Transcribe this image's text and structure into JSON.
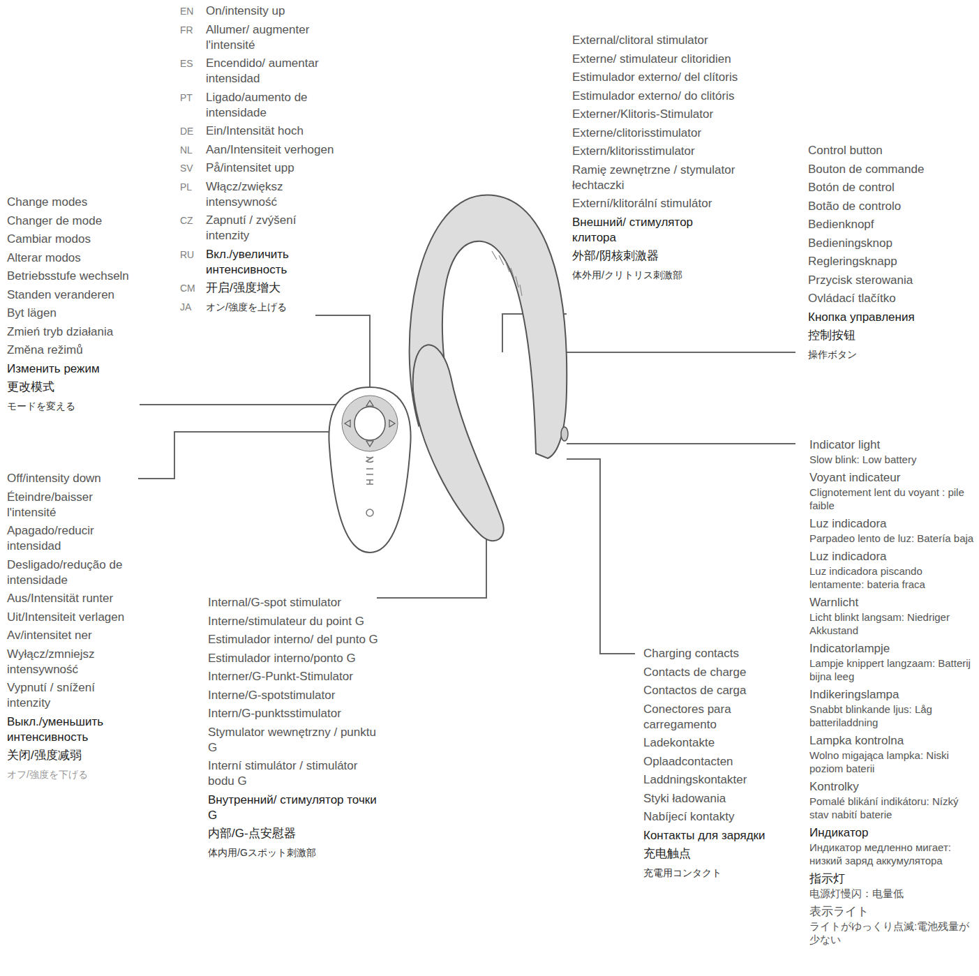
{
  "diagram": {
    "labels": [
      "EN",
      "On/intensity up",
      "FR",
      "Allumer/ augmenter l'intensité",
      "ES",
      "Encendido/ aumentar intensidad",
      "PT",
      "Ligado/aumento de intensidade",
      "DE",
      "Ein/Intensität hoch",
      "NL",
      "Aan/Intensiteit verhogen",
      "SV",
      "På/intensitet upp",
      "PL",
      "Włącz/zwiększ intensywność",
      "CZ",
      "Zapnutí / zvýšení intenzity",
      "RU",
      "Вкл./увеличить интенсивность",
      "CM",
      "开启/强度增大",
      "JA",
      "オン/強度を上げる",
      "Change modes",
      "Changer de mode",
      "Cambiar modos",
      "Alterar modos",
      "Betriebsstufe wechseln",
      "Standen veranderen",
      "Byt lägen",
      "Zmień tryb działania",
      "Změna režimů",
      "Изменить режим",
      "更改模式",
      "モードを変える",
      "Off/intensity down",
      "Éteindre/baisser l'intensité",
      "Apagado/reducir intensidad",
      "Desligado/redução de intensidade",
      "Aus/Intensität runter",
      "Uit/Intensiteit verlagen",
      "Av/intensitet ner",
      "Wyłącz/zmniejsz intensywność",
      "Vypnutí / snížení intenzity",
      "Выкл./уменьшить интенсивность",
      "关闭/强度减弱",
      "オフ/強度を下げる",
      "External/clitoral stimulator",
      "Externe/ stimulateur clitoridien",
      "Estimulador externo/ del clítoris",
      "Estimulador externo/ do clitóris",
      "Externer/Klitoris-Stimulator",
      "Externe/clitorisstimulator",
      "Extern/klitorisstimulator",
      "Ramię zewnętrzne / stymulator łechtaczki",
      "Externí/klitorální stimulátor",
      "Внешний/ стимулятор клитора",
      "外部/阴核刺激器",
      "体外用/クリトリス刺激部",
      "Control button",
      "Bouton de commande",
      "Botón de control",
      "Botão de controlo",
      "Bedienknopf",
      "Bedieningsknop",
      "Regleringsknapp",
      "Przycisk sterowania",
      "Ovládací tlačítko",
      "Кнопка управления",
      "控制按钮",
      "操作ボタン",
      "Indicator light",
      "Slow blink: Low battery",
      "Voyant indicateur",
      "Clignotement lent du voyant : pile faible",
      "Luz indicadora",
      "Parpadeo lento de luz: Batería baja",
      "Luz indicadora",
      "Luz indicadora piscando lentamente: bateria fraca",
      "Warnlicht",
      "Licht blinkt langsam: Niedriger Akkustand",
      "Indicatorlampje",
      "Lampje knippert langzaam: Batterij bijna leeg",
      "Indikeringslampa",
      "Snabbt blinkande ljus: Låg batteriladdning",
      "Lampka kontrolna",
      "Wolno migająca lampka: Niski poziom baterii",
      "Kontrolky",
      "Pomalé blikání indikátoru: Nízký stav nabití baterie",
      "Индикатор",
      "Индикатор медленно мигает: низкий заряд аккумулятора",
      "指示灯",
      "电源灯慢闪：电量低",
      "表示ライト",
      "ライトがゆっくり点滅:電池残量が少ない",
      "Internal/G-spot stimulator",
      "Interne/stimulateur du point G",
      "Estimulador interno/ del punto G",
      "Estimulador interno/ponto G",
      "Interner/G-Punkt-Stimulator",
      "Interne/G-spotstimulator",
      "Intern/G-punktsstimulator",
      "Stymulator wewnętrzny / punktu G",
      "Interní stimulátor / stimulátor bodu G",
      "Внутренний/ стимулятор точки G",
      "内部/G-点安慰器",
      "体内用/Gスポット刺激部",
      "Charging contacts",
      "Contacts de charge",
      "Contactos de carga",
      "Conectores para carregamento",
      "Ladekontakte",
      "Oplaadcontacten",
      "Laddningskontakter",
      "Styki ładowania",
      "Nabíjecí kontakty",
      "Контакты для зарядки",
      "充电触点",
      "充電用コンタクト"
    ]
  }
}
